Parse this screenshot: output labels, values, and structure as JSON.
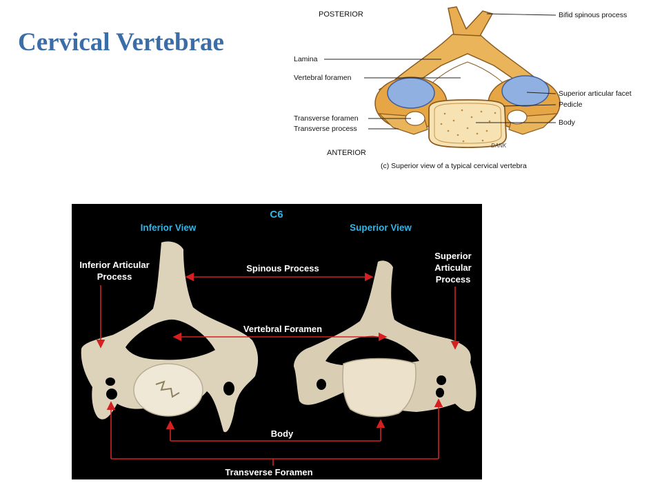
{
  "slide": {
    "title": "Cervical Vertebrae"
  },
  "top_diagram": {
    "posterior": "POSTERIOR",
    "anterior": "ANTERIOR",
    "left_labels": [
      "Lamina",
      "Vertebral foramen",
      "Transverse foramen",
      "Transverse process"
    ],
    "right_labels": [
      "Bifid spinous process",
      "Superior articular facet",
      "Pedicle",
      "Body"
    ],
    "signature": "DANK",
    "caption": "(c) Superior view of a typical cervical vertebra"
  },
  "photo": {
    "level": "C6",
    "inferior_view": "Inferior View",
    "superior_view": "Superior View",
    "inferior_articular": [
      "Inferior Articular",
      "Process"
    ],
    "superior_articular": [
      "Superior",
      "Articular",
      "Process"
    ],
    "spinous_process": "Spinous Process",
    "vertebral_foramen": "Vertebral Foramen",
    "body": "Body",
    "transverse_foramen": "Transverse Foramen"
  },
  "colors": {
    "title": "#3b6ea8",
    "photo_heading": "#33b5e5",
    "arrow": "#d42020",
    "bone_drawing": "#e6a645",
    "facet": "#8fb0e0"
  }
}
